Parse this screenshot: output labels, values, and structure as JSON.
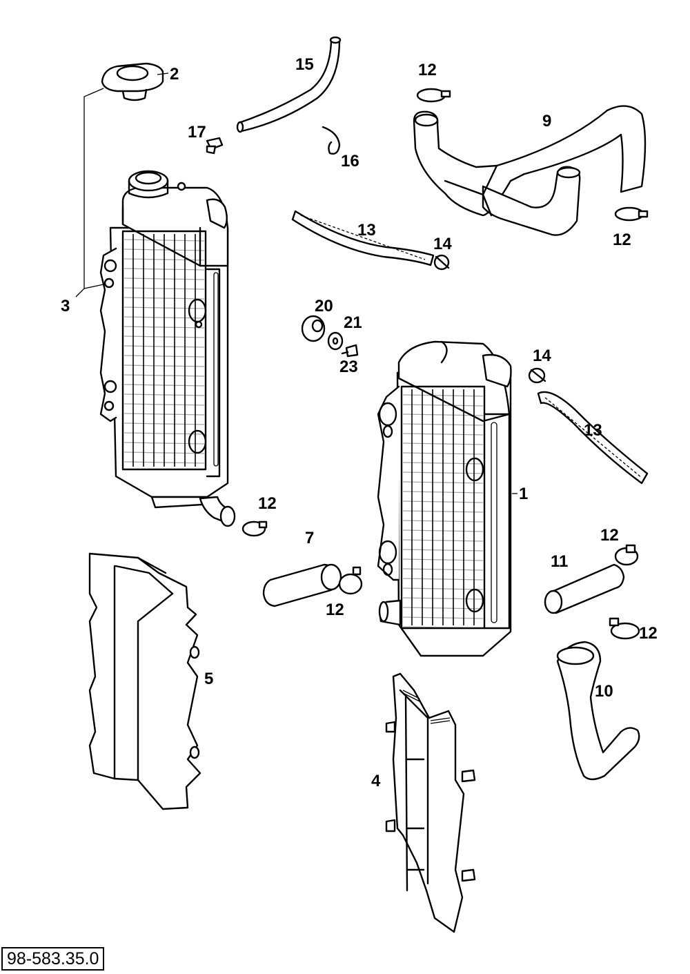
{
  "diagram": {
    "reference_number": "98-583.35.0",
    "callouts": [
      {
        "id": "c1",
        "text": "1"
      },
      {
        "id": "c2",
        "text": "2"
      },
      {
        "id": "c3",
        "text": "3"
      },
      {
        "id": "c4",
        "text": "4"
      },
      {
        "id": "c5",
        "text": "5"
      },
      {
        "id": "c7",
        "text": "7"
      },
      {
        "id": "c9",
        "text": "9"
      },
      {
        "id": "c10",
        "text": "10"
      },
      {
        "id": "c11",
        "text": "11"
      },
      {
        "id": "c12a",
        "text": "12"
      },
      {
        "id": "c12b",
        "text": "12"
      },
      {
        "id": "c12c",
        "text": "12"
      },
      {
        "id": "c12d",
        "text": "12"
      },
      {
        "id": "c12e",
        "text": "12"
      },
      {
        "id": "c12f",
        "text": "12"
      },
      {
        "id": "c13a",
        "text": "13"
      },
      {
        "id": "c13b",
        "text": "13"
      },
      {
        "id": "c14a",
        "text": "14"
      },
      {
        "id": "c14b",
        "text": "14"
      },
      {
        "id": "c15",
        "text": "15"
      },
      {
        "id": "c16",
        "text": "16"
      },
      {
        "id": "c17",
        "text": "17"
      },
      {
        "id": "c20",
        "text": "20"
      },
      {
        "id": "c21",
        "text": "21"
      },
      {
        "id": "c23",
        "text": "23"
      }
    ]
  }
}
